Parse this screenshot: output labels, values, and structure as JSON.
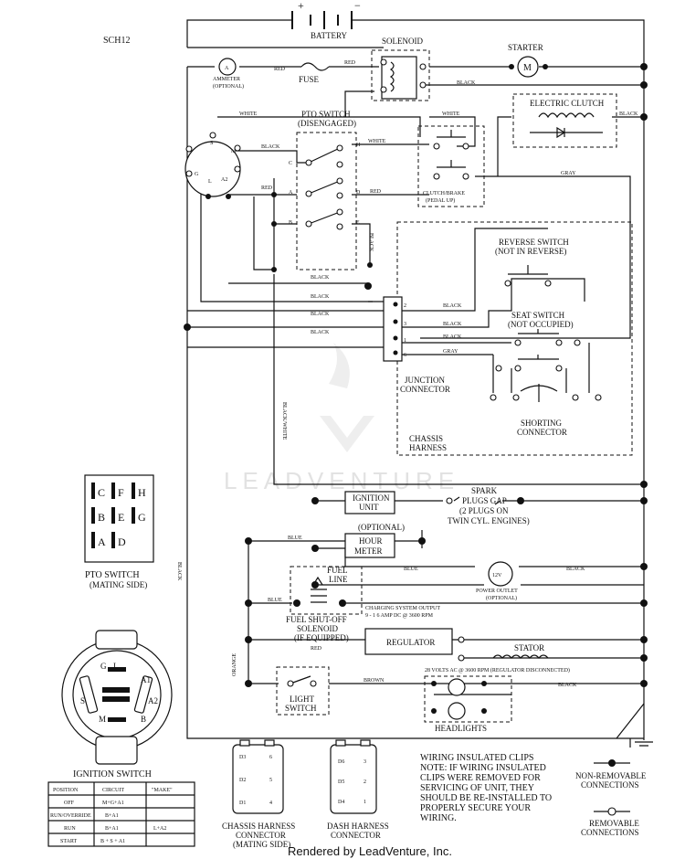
{
  "schematic_id": "SCH12",
  "battery": {
    "label": "BATTERY",
    "plus": "+",
    "minus": "−"
  },
  "solenoid": "SOLENOID",
  "starter": {
    "label": "STARTER",
    "symbol": "M"
  },
  "ammeter": {
    "label1": "AMMETER",
    "label2": "(OPTIONAL)",
    "symbol": "A"
  },
  "fuse": "FUSE",
  "pto_switch_diagram": {
    "label1": "PTO SWITCH",
    "label2": "(DISENGAGED)",
    "pins": [
      "C",
      "H",
      "A",
      "D",
      "B",
      "E"
    ]
  },
  "electric_clutch": "ELECTRIC CLUTCH",
  "clutch_brake": {
    "label1": "CLUTCH/BRAKE",
    "label2": "(PEDAL UP)"
  },
  "ignition_pins": [
    "S",
    "M",
    "G",
    "L",
    "A1",
    "A2"
  ],
  "reverse_switch": {
    "label1": "REVERSE SWITCH",
    "label2": "(NOT IN REVERSE)"
  },
  "seat_switch": {
    "label1": "SEAT SWITCH",
    "label2": "(NOT OCCUPIED)"
  },
  "junction_connector": {
    "label1": "JUNCTION",
    "label2": "CONNECTOR",
    "pins": [
      "2",
      "3",
      "1",
      "6"
    ]
  },
  "shorting_connector": {
    "label1": "SHORTING",
    "label2": "CONNECTOR"
  },
  "chassis_harness": {
    "label1": "CHASSIS",
    "label2": "HARNESS"
  },
  "ignition_unit": {
    "label1": "IGNITION",
    "label2": "UNIT"
  },
  "spark_plugs": {
    "line1": "SPARK",
    "line2": "PLUGS GAP",
    "line3": "(2 PLUGS ON",
    "line4": "TWIN CYL. ENGINES)"
  },
  "hour_meter": {
    "optional": "(OPTIONAL)",
    "label1": "HOUR",
    "label2": "METER"
  },
  "fuel_line": {
    "label1": "FUEL",
    "label2": "LINE"
  },
  "power_outlet": {
    "symbol": "12V",
    "label1": "POWER OUTLET",
    "label2": "(OPTIONAL)"
  },
  "fuel_solenoid": {
    "label1": "FUEL SHUT-OFF",
    "label2": "SOLENOID",
    "label3": "(IF EQUIPPED)"
  },
  "charging_output": {
    "line1": "CHARGING SYSTEM OUTPUT",
    "line2": "9 - 1 6 AMP DC @ 3600 RPM"
  },
  "regulator": "REGULATOR",
  "stator": "STATOR",
  "ac_note": "28 VOLTS AC @ 3600 RPM (REGULATOR DISCONNECTED)",
  "light_switch": {
    "label1": "LIGHT",
    "label2": "SWITCH"
  },
  "headlights": "HEADLIGHTS",
  "wire_colors": {
    "red": "RED",
    "black": "BLACK",
    "white": "WHITE",
    "gray": "GRAY",
    "blue": "BLUE",
    "orange": "ORANGE",
    "brown": "BROWN",
    "black_white": "BLACK/WHITE"
  },
  "pto_switch_mating": {
    "title": "PTO SWITCH",
    "subtitle": "(MATING SIDE)",
    "pins": [
      "C",
      "F",
      "H",
      "B",
      "E",
      "G",
      "A",
      "D"
    ]
  },
  "ignition_switch_face": {
    "title": "IGNITION SWITCH",
    "pins": [
      "G",
      "L",
      "A1",
      "S",
      "A2",
      "M",
      "B"
    ]
  },
  "ignition_table": {
    "headers": [
      "POSITION",
      "CIRCUIT",
      "\"MAKE\""
    ],
    "rows": [
      [
        "OFF",
        "M+G+A1",
        ""
      ],
      [
        "RUN/OVERRIDE",
        "B+A1",
        ""
      ],
      [
        "RUN",
        "B+A1",
        "L+A2"
      ],
      [
        "START",
        "B + S + A1",
        ""
      ]
    ]
  },
  "chassis_connector": {
    "label1": "CHASSIS HARNESS",
    "label2": "CONNECTOR",
    "label3": "(MATING SIDE)",
    "left_pins": [
      "D3",
      "D2",
      "D1"
    ],
    "right_pins": [
      "6",
      "5",
      "4"
    ]
  },
  "dash_connector": {
    "label1": "DASH HARNESS",
    "label2": "CONNECTOR",
    "left_pins": [
      "D6",
      "D5",
      "D4"
    ],
    "right_pins": [
      "3",
      "2",
      "1"
    ]
  },
  "clips_note": [
    "WIRING INSULATED CLIPS",
    "NOTE: IF WIRING INSULATED",
    "CLIPS WERE REMOVED FOR",
    "SERVICING OF UNIT, THEY",
    "SHOULD BE RE-INSTALLED TO",
    "PROPERLY SECURE YOUR",
    "WIRING."
  ],
  "legend": {
    "non_removable1": "NON-REMOVABLE",
    "non_removable2": "CONNECTIONS",
    "removable1": "REMOVABLE",
    "removable2": "CONNECTIONS"
  },
  "watermark": "LEADVENTURE",
  "footer": "Rendered by LeadVenture, Inc."
}
